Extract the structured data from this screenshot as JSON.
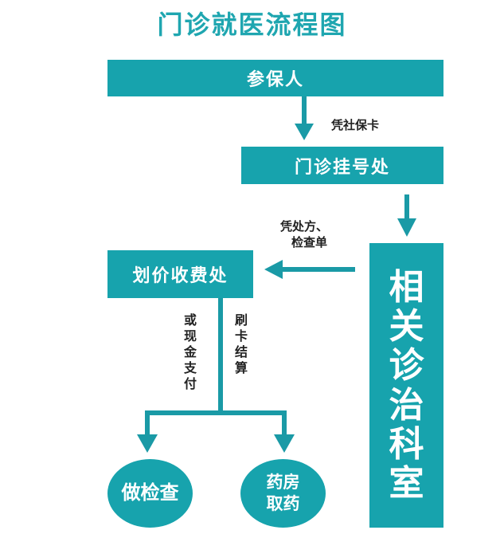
{
  "title": "门诊就医流程图",
  "nodes": {
    "insured": "参保人",
    "registration": "门诊挂号处",
    "department_chars": [
      "相",
      "关",
      "诊",
      "治",
      "科",
      "室"
    ],
    "cashier": "划价收费处",
    "exam": "做检查",
    "pharmacy_line1": "药房",
    "pharmacy_line2": "取药"
  },
  "edges": {
    "to_registration": "凭社保卡",
    "to_cashier_line1": "凭处方、",
    "to_cashier_line2": "检查单",
    "cash_chars": [
      "或",
      "现",
      "金",
      "支",
      "付"
    ],
    "card_chars": [
      "刷",
      "卡",
      "结",
      "算"
    ]
  },
  "colors": {
    "accent": "#17a3ad",
    "title": "#1fa6b0",
    "arrow": "#1a9aa6"
  }
}
